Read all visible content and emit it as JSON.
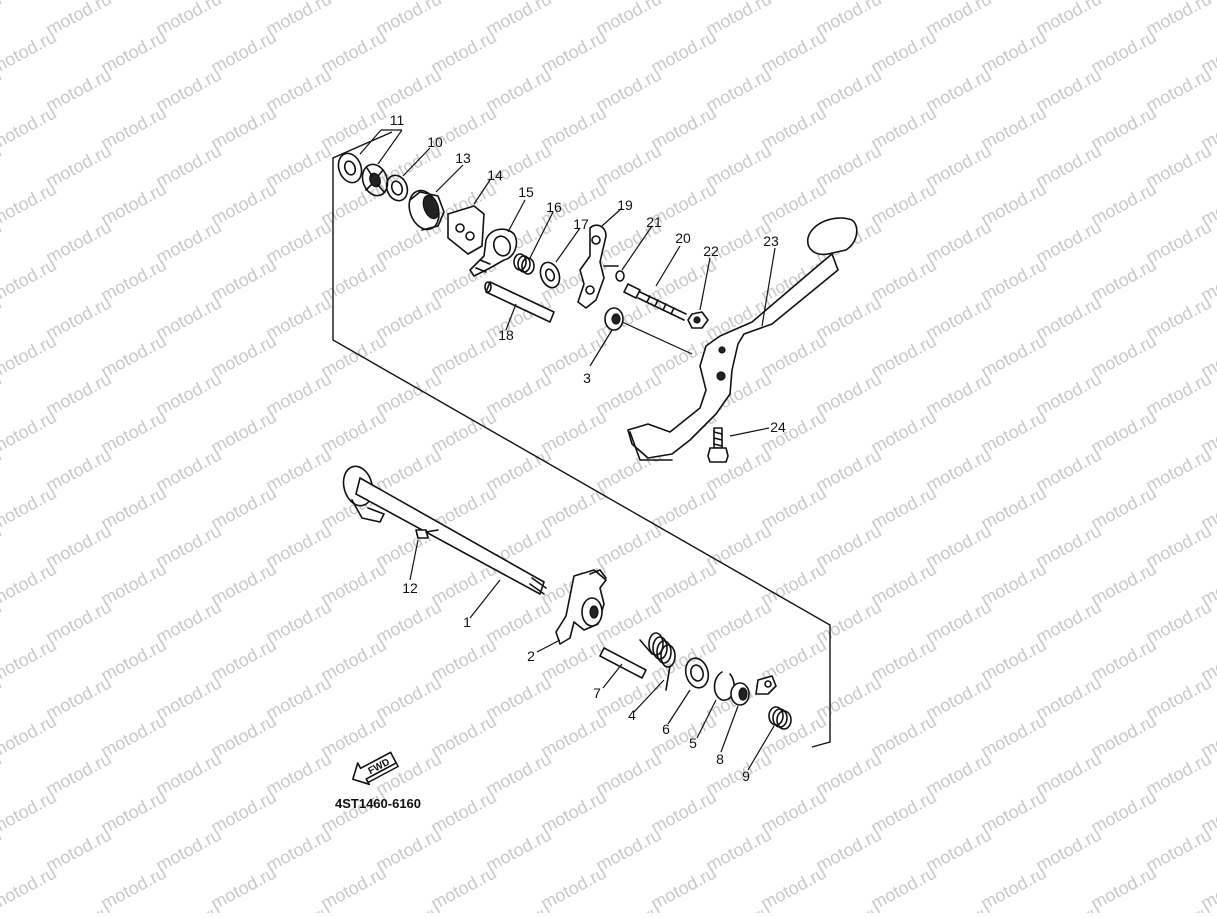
{
  "diagram": {
    "code": "4ST1460-6160",
    "watermark": "motod.ru",
    "fwd_label": "FWD",
    "callouts": [
      {
        "num": "1",
        "part": "shift-shaft"
      },
      {
        "num": "2",
        "part": "shift-arm"
      },
      {
        "num": "3",
        "part": "oil-seal"
      },
      {
        "num": "4",
        "part": "torsion-spring"
      },
      {
        "num": "5",
        "part": "circlip"
      },
      {
        "num": "6",
        "part": "washer"
      },
      {
        "num": "7",
        "part": "pin"
      },
      {
        "num": "8",
        "part": "stopper-lever"
      },
      {
        "num": "9",
        "part": "spring"
      },
      {
        "num": "10",
        "part": "washer"
      },
      {
        "num": "11",
        "part": "seal-pair"
      },
      {
        "num": "12",
        "part": "clip"
      },
      {
        "num": "13",
        "part": "segment"
      },
      {
        "num": "14",
        "part": "plate"
      },
      {
        "num": "15",
        "part": "shift-lever"
      },
      {
        "num": "16",
        "part": "spring"
      },
      {
        "num": "17",
        "part": "washer"
      },
      {
        "num": "18",
        "part": "shaft"
      },
      {
        "num": "19",
        "part": "lever"
      },
      {
        "num": "20",
        "part": "bolt"
      },
      {
        "num": "21",
        "part": "o-ring"
      },
      {
        "num": "22",
        "part": "nut"
      },
      {
        "num": "23",
        "part": "shift-pedal"
      },
      {
        "num": "24",
        "part": "bolt"
      }
    ]
  }
}
